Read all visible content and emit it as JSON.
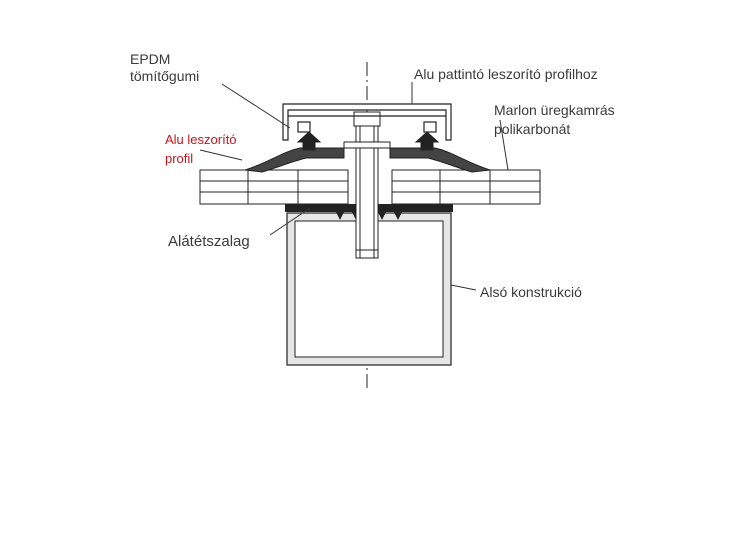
{
  "diagram": {
    "colors": {
      "line": "#222222",
      "leader": "#333333",
      "label": "#3a3a3a",
      "accent": "#c4161c",
      "profile_fill": "#e8e8e8"
    },
    "labels": {
      "epdm_line1": "EPDM",
      "epdm_line2": "tömítőgumi",
      "alu_snap": "Alu pattintó leszorító profilhoz",
      "marlon_line1": "Marlon üregkamrás",
      "marlon_line2": "polikarbonát",
      "alu_clamp_line1": "Alu leszorító",
      "alu_clamp_line2": "profil",
      "underlay": "Alátétszalag",
      "substructure": "Alsó konstrukció"
    }
  }
}
